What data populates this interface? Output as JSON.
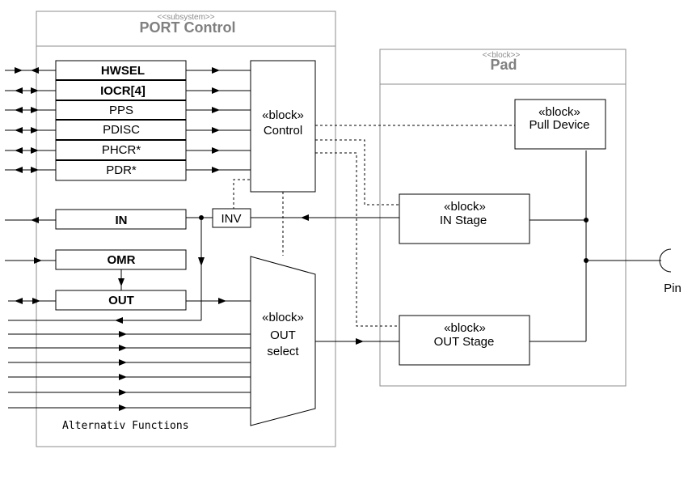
{
  "port_control": {
    "stereotype": "<<subsystem>>",
    "title": "PORT Control",
    "registers": [
      {
        "label": "HWSEL",
        "bold": true
      },
      {
        "label": "IOCR[4]",
        "bold": true
      },
      {
        "label": "PPS",
        "bold": false
      },
      {
        "label": "PDISC",
        "bold": false
      },
      {
        "label": "PHCR*",
        "bold": false
      },
      {
        "label": "PDR*",
        "bold": false
      }
    ],
    "control_block": {
      "stereotype": "«block»",
      "name": "Control"
    },
    "in_register": "IN",
    "omr_register": "OMR",
    "out_register": "OUT",
    "inv_label": "INV",
    "out_select": {
      "stereotype": "«block»",
      "name_line1": "OUT",
      "name_line2": "select"
    },
    "alt_functions_label": "Alternativ Functions"
  },
  "pad": {
    "stereotype": "<<block>>",
    "title": "Pad",
    "pull_device": {
      "stereotype": "«block»",
      "name": "Pull Device"
    },
    "in_stage": {
      "stereotype": "«block»",
      "name": "IN Stage"
    },
    "out_stage": {
      "stereotype": "«block»",
      "name": "OUT Stage"
    }
  },
  "pin_label": "Pin"
}
